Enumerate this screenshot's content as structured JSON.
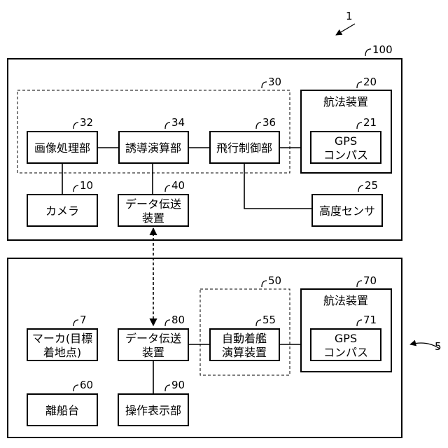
{
  "refs": {
    "system": "1",
    "aircraft": "100",
    "ship": "5",
    "guidance_group": "30",
    "landing_group": "50"
  },
  "aircraft": {
    "image_processing": {
      "label": "画像処理部",
      "ref": "32"
    },
    "guidance_calc": {
      "label": "誘導演算部",
      "ref": "34"
    },
    "flight_control": {
      "label": "飛行制御部",
      "ref": "36"
    },
    "nav_device": {
      "label": "航法装置",
      "ref": "20"
    },
    "gps_compass": {
      "label_line1": "GPS",
      "label_line2": "コンパス",
      "ref": "21"
    },
    "camera": {
      "label": "カメラ",
      "ref": "10"
    },
    "data_tx": {
      "label_line1": "データ伝送",
      "label_line2": "装置",
      "ref": "40"
    },
    "altitude_sensor": {
      "label": "高度センサ",
      "ref": "25"
    }
  },
  "ship": {
    "marker": {
      "label_line1": "マーカ(目標",
      "label_line2": "着地点)",
      "ref": "7"
    },
    "data_tx": {
      "label_line1": "データ伝送",
      "label_line2": "装置",
      "ref": "80"
    },
    "auto_landing": {
      "label_line1": "自動着艦",
      "label_line2": "演算装置",
      "ref": "55"
    },
    "nav_device": {
      "label": "航法装置",
      "ref": "70"
    },
    "gps_compass": {
      "label_line1": "GPS",
      "label_line2": "コンパス",
      "ref": "71"
    },
    "departure_pad": {
      "label": "離船台",
      "ref": "60"
    },
    "op_display": {
      "label": "操作表示部",
      "ref": "90"
    }
  }
}
